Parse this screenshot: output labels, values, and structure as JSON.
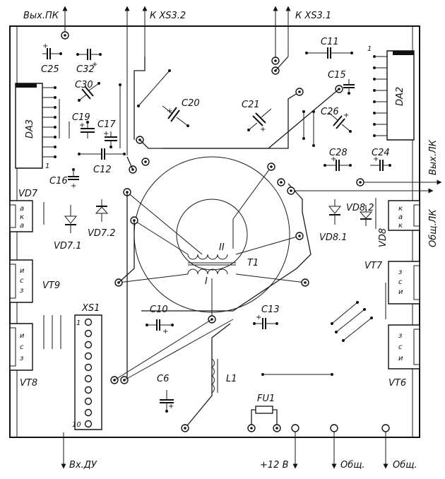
{
  "title_hidden": "",
  "terminals": {
    "top_left": "Вых.ПК",
    "top_xs32": "К XS3.2",
    "top_xs31": "К XS3.1",
    "right_out": "Вых.ЛК",
    "right_common": "Общ.ЛК",
    "bottom_vxdu": "Вх.ДУ",
    "bottom_12v": "+12 В",
    "bottom_common1": "Общ.",
    "bottom_common2": "Общ."
  },
  "capacitors": [
    "C25",
    "C32",
    "C30",
    "C19",
    "C17",
    "C16",
    "C12",
    "C20",
    "C21",
    "C26",
    "C11",
    "C15",
    "C28",
    "C24",
    "C10",
    "C13",
    "C6"
  ],
  "ics": {
    "da3": "DA3",
    "da2": "DA2",
    "da2_pin1": "1",
    "da3_pin1": "1"
  },
  "diodes": [
    "VD7.1",
    "VD7.2",
    "VD8.1",
    "VD8.2"
  ],
  "connectors": {
    "vd7": {
      "name": "VD7",
      "pins": [
        "a",
        "к",
        "a"
      ]
    },
    "vd8": {
      "name": "VD8",
      "pins": [
        "к",
        "a",
        "к"
      ]
    },
    "vt9": {
      "name": "VT9",
      "pins": [
        "и",
        "с",
        "з"
      ]
    },
    "vt8": {
      "name": "VT8",
      "pins": [
        "и",
        "с",
        "з"
      ]
    },
    "vt7": {
      "name": "VT7",
      "pins": [
        "з",
        "с",
        "и"
      ]
    },
    "vt6": {
      "name": "VT6",
      "pins": [
        "з",
        "с",
        "и"
      ]
    }
  },
  "transformer": {
    "name": "T1",
    "winding1": "I",
    "winding2": "II"
  },
  "header": {
    "name": "XS1",
    "pin_first": "1",
    "pin_last": "10"
  },
  "inductor": "L1",
  "fuse": "FU1"
}
